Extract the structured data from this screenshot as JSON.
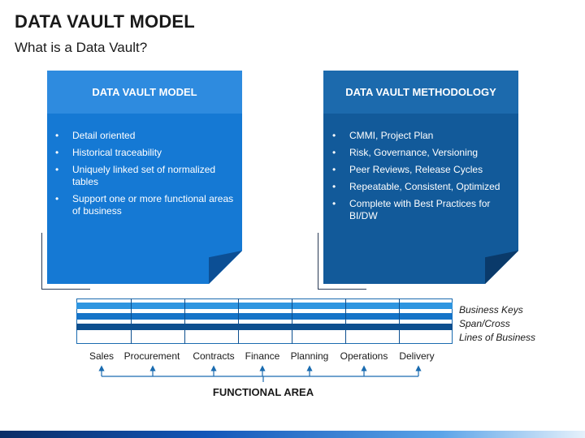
{
  "title": "DATA VAULT MODEL",
  "subtitle": "What is a Data Vault?",
  "cards": {
    "model": {
      "header": "DATA VAULT MODEL",
      "items": [
        "Detail oriented",
        "Historical traceability",
        "Uniquely linked set of normalized tables",
        "Support one or more functional areas of business"
      ]
    },
    "methodology": {
      "header": "DATA VAULT METHODOLOGY",
      "items": [
        "CMMI, Project Plan",
        "Risk, Governance,  Versioning",
        "Peer Reviews, Release Cycles",
        "Repeatable, Consistent,  Optimized",
        "Complete with Best Practices for BI/DW"
      ]
    }
  },
  "bullet": "•",
  "band_labels": [
    "Business Keys",
    "Span/Cross",
    "Lines of Business"
  ],
  "areas": [
    "Sales",
    "Procurement",
    "Contracts",
    "Finance",
    "Planning",
    "Operations",
    "Delivery"
  ],
  "functional_area_label": "FUNCTIONAL AREA",
  "colors": {
    "model_card": "#1579d4",
    "methodology_card": "#125a9a",
    "band_light": "#2e95e0",
    "band_mid": "#1574c8",
    "band_dark": "#0d4f8f"
  }
}
